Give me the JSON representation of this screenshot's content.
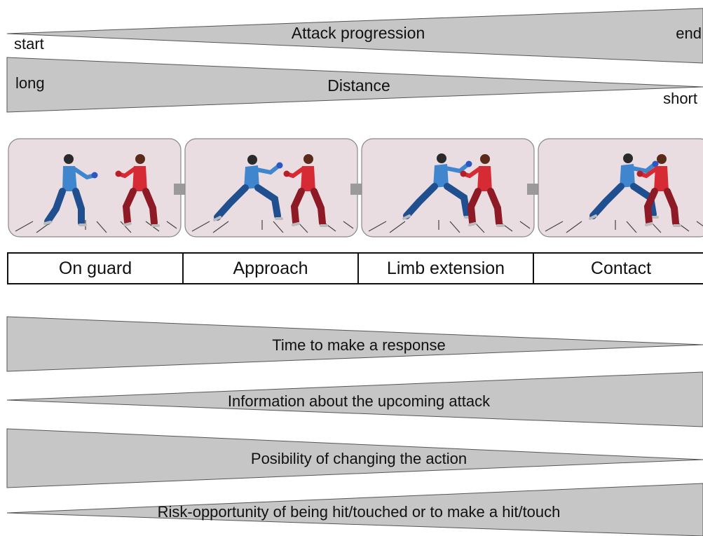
{
  "attack_progression": {
    "label": "Attack progression",
    "start": "start",
    "end": "end"
  },
  "distance": {
    "label": "Distance",
    "long": "long",
    "short": "short"
  },
  "phases": [
    {
      "label": "On guard"
    },
    {
      "label": "Approach"
    },
    {
      "label": "Limb extension"
    },
    {
      "label": "Contact"
    }
  ],
  "bottom_wedges": [
    {
      "label": "Time to make a response",
      "direction": "decreasing"
    },
    {
      "label": "Information about the upcoming attack",
      "direction": "increasing"
    },
    {
      "label": "Posibility of changing the action",
      "direction": "decreasing"
    },
    {
      "label": "Risk-opportunity of being hit/touched or to make a hit/touch",
      "direction": "increasing"
    }
  ],
  "colors": {
    "wedge_fill": "#c6c6c6",
    "panel_fill": "#eadde2",
    "arrow_fill": "#9a9a9a",
    "attacker": "#3f86cf",
    "attacker_dark": "#1f4f8f",
    "defender": "#d62b35",
    "defender_dark": "#8e1a26"
  }
}
